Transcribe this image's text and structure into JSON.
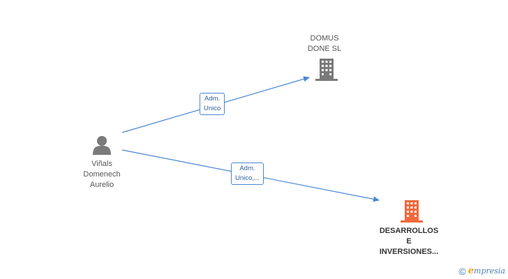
{
  "nodes": {
    "person": {
      "lines": [
        "Viñals",
        "Domenech",
        "Aurelio"
      ],
      "icon": "person-icon",
      "color": "#7a7a7a"
    },
    "company_domus": {
      "lines": [
        "DOMUS",
        "DONE SL"
      ],
      "icon": "building-icon",
      "color": "#7a7a7a"
    },
    "company_desarrollos": {
      "lines": [
        "DESARROLLOS",
        "E",
        "INVERSIONES..."
      ],
      "icon": "building-icon",
      "color": "#f06a3c"
    }
  },
  "edges": {
    "to_domus": {
      "lines": [
        "Adm.",
        "Unico"
      ]
    },
    "to_desarrollos": {
      "lines": [
        "Adm.",
        "Unico,..."
      ]
    }
  },
  "edge_color": "#4a86d4",
  "watermark": {
    "symbol": "©",
    "brand_initial": "e",
    "brand_rest": "mpresia"
  }
}
